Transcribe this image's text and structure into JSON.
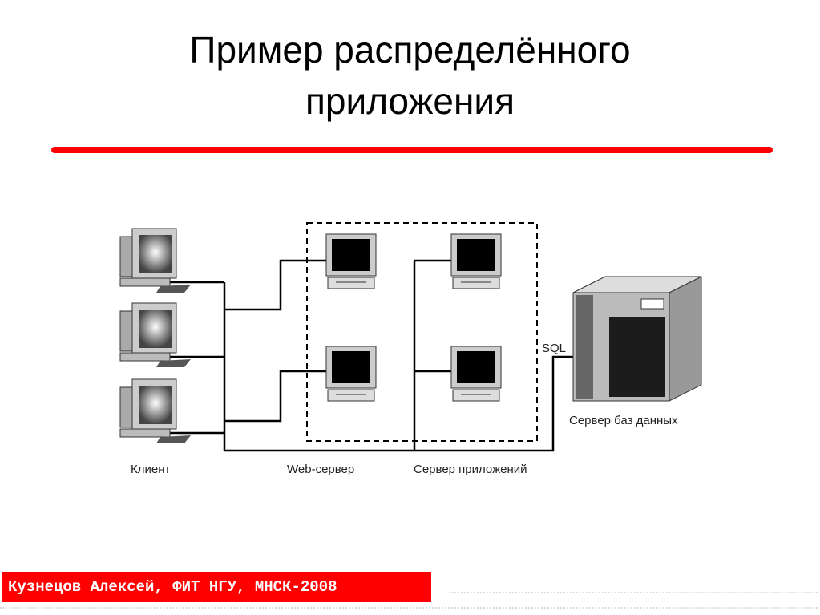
{
  "slide": {
    "title_line1": "Пример распределённого",
    "title_line2": "приложения"
  },
  "diagram": {
    "labels": {
      "client": "Клиент",
      "web_server": "Web-сервер",
      "app_server": "Сервер приложений",
      "db_server": "Сервер баз данных",
      "sql": "SQL"
    }
  },
  "footer": {
    "text": "Кузнецов Алексей, ФИТ НГУ, МНСК-2008"
  },
  "colors": {
    "accent": "#ff0000"
  }
}
